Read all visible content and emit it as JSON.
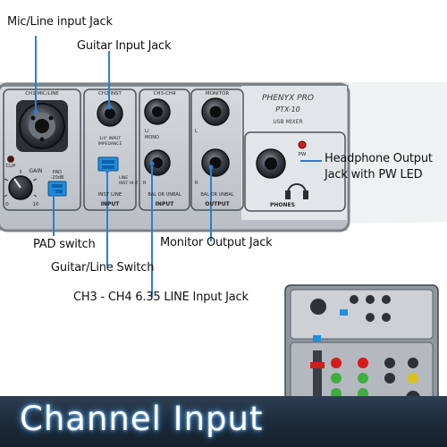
{
  "callouts": {
    "mic_line_input": "Mic/Line input Jack",
    "guitar_input": "Guitar Input Jack",
    "headphone_output_line1": "Headphone Output",
    "headphone_output_line2": "Jack with PW LED",
    "pad_switch": "PAD switch",
    "guitar_line_switch": "Guitar/Line Switch",
    "monitor_output": "Monitor Output Jack",
    "ch3_ch4_line_input": "CH3 - CH4 6.35 LINE Input Jack"
  },
  "panel": {
    "brand": "PHENYX PRO",
    "model": "PTX-10",
    "subtitle": "USB MIXER",
    "section_ch1": "CH1 MIC/LINE",
    "section_ch2": "CH2 INST",
    "section_ch34": "CH3-CH4",
    "section_monitor": "MONITOR",
    "clip_label": "CLIP",
    "gain_label": "GAIN",
    "gain_min": "0",
    "gain_max": "10",
    "pad_label": "PAD",
    "pad_value": "-20dB",
    "impedance_label_1": "1/4\" INPUT",
    "impedance_label_2": "IMPEDANCE",
    "line_label": "LINE",
    "inst_hiz_label": "INST HI-Z",
    "inst_line_label": "INST LINE",
    "l_mono_label_1": "L/",
    "l_mono_label_2": "MONO",
    "r_label": "R",
    "l_label": "L",
    "monitor_r_label": "R",
    "bal_unbal_1": "BAL OR UNBAL",
    "bal_unbal_2": "BAL OR UNBAL",
    "input_label_1": "INPUT",
    "input_label_2": "INPUT",
    "output_label": "OUTPUT",
    "pw_label": "PW",
    "phones_label": "PHONES"
  },
  "banner": {
    "title": "Channel Input"
  },
  "colors": {
    "panel": "#c8ccd0",
    "panel_dark": "#3a4048",
    "switch_blue": "#1e8fe0",
    "callout_line": "#2a7fd4",
    "led_red": "#d81a1a",
    "banner": "#1c2a3a"
  }
}
